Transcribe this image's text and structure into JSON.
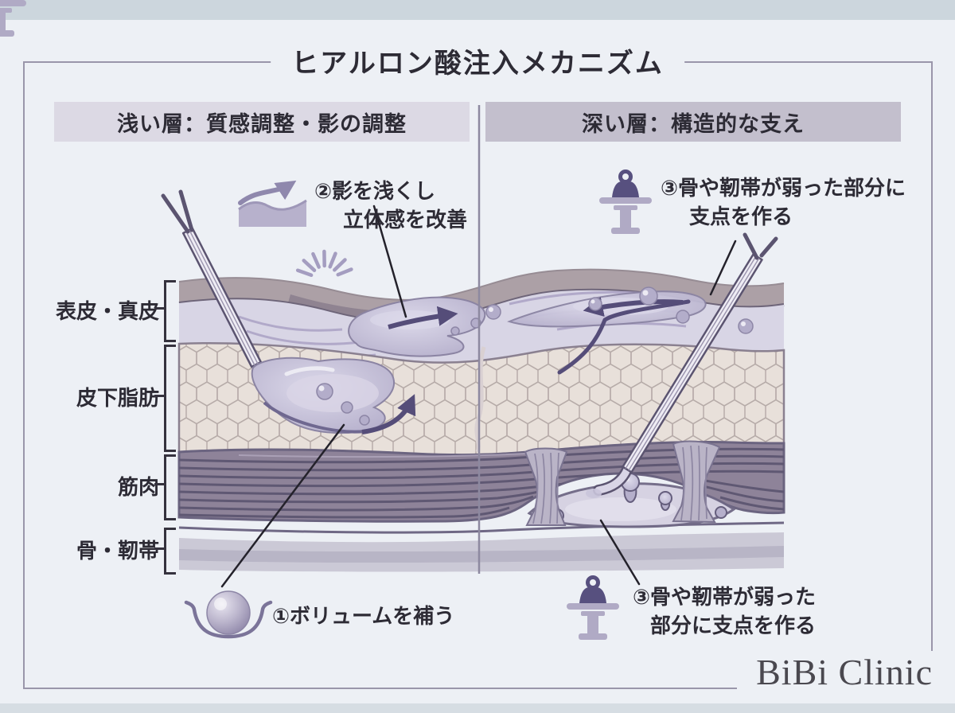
{
  "page": {
    "title": "ヒアルロン酸注入メカニズム",
    "logo": "BiBi Clinic"
  },
  "sections": {
    "left_header": "浅い層：質感調整・影の調整",
    "right_header": "深い層：構造的な支え"
  },
  "layers": [
    {
      "label": "表皮・真皮"
    },
    {
      "label": "皮下脂肪"
    },
    {
      "label": "筋肉"
    },
    {
      "label": "骨・靭帯"
    }
  ],
  "annotations": {
    "shadow": {
      "line1": "②影を浅くし",
      "line2": "立体感を改善",
      "icon": "surface-lift-arrow-icon"
    },
    "support_top": {
      "line1": "③骨や靭帯が弱った部分に",
      "line2": "支点を作る",
      "icon": "weight-on-pedestal-icon"
    },
    "volume": {
      "line1": "①ボリュームを補う",
      "icon": "volume-sphere-icon"
    },
    "support_bottom": {
      "line1": "③骨や靭帯が弱った",
      "line2": "部分に支点を作る",
      "icon": "weight-on-pedestal-icon"
    }
  },
  "colors": {
    "background": "#edf0f5",
    "top_band": "#ccd6dd",
    "frame": "#9a96aa",
    "header_left_bg": "#dcd9e4",
    "header_right_bg": "#c3bfcd",
    "text": "#2d2b35",
    "epidermis": "#aca0a6",
    "dermis": "#d8d5e5",
    "fat": "#e8e0da",
    "muscle": "#8e8399",
    "bone": "#cbc9d6",
    "filler": "#c3bed6",
    "arrow_purple": "#554d79",
    "weight_purple": "#57507f",
    "pedestal": "#b0aac5"
  }
}
